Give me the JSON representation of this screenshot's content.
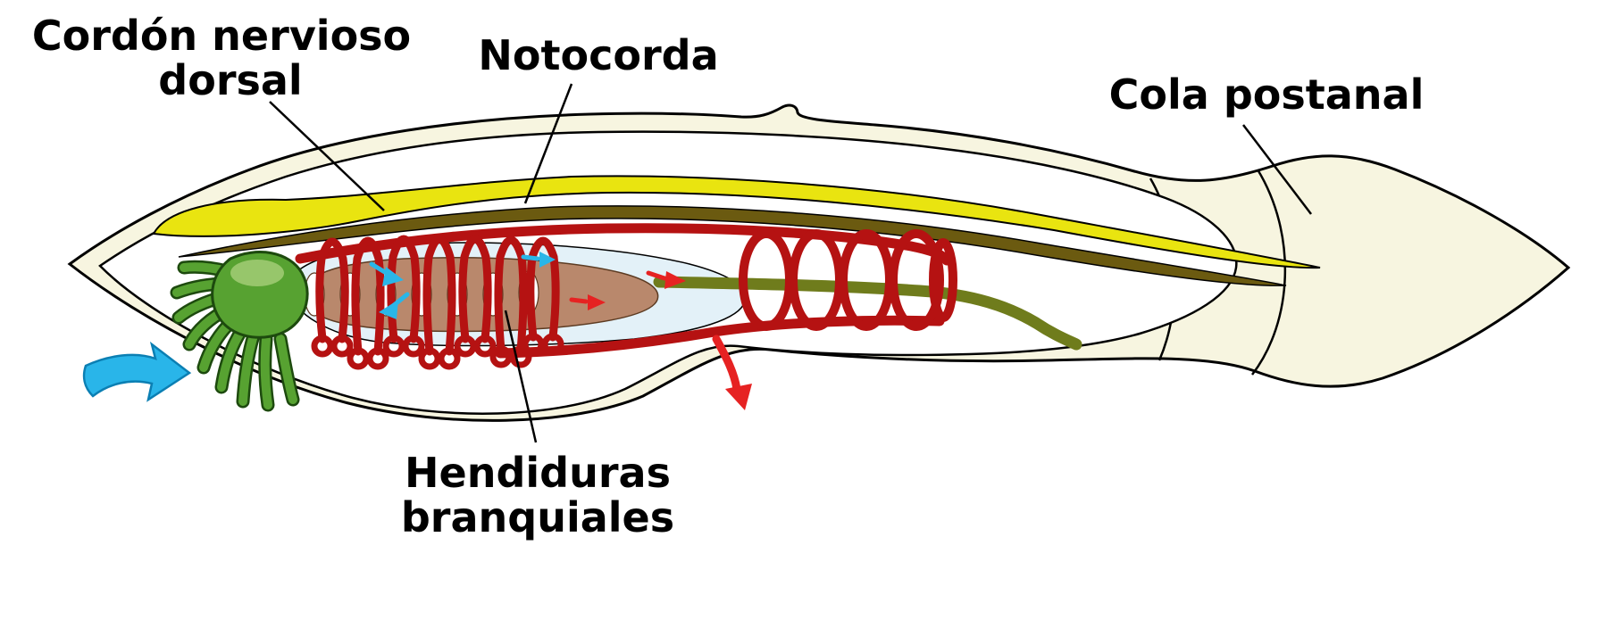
{
  "colors": {
    "line_black": "#000000",
    "body_fill": "#f7f5e0",
    "inner_white": "#ffffff",
    "nerve_cord_yellow": "#e9e410",
    "notochord_brown": "#6b5a10",
    "cavity_blue": "#e3f1f8",
    "pharynx_tan": "#b9886c",
    "pharynx_outline": "#5c3b22",
    "gill_slit_white": "#ffffff",
    "gut_olive": "#6f7c1c",
    "vessel_red": "#b51212",
    "flow_arrow_cyan": "#2ab6e8",
    "flow_arrow_red": "#e62222",
    "cirri_green": "#57a231",
    "cirri_dark": "#1d4a0e",
    "cirri_highlight": "#a8cf7a",
    "water_arrow_blue": "#29b5e9",
    "water_arrow_outline": "#0b7fb3",
    "label_color": "#000000"
  },
  "diagram": {
    "labels": {
      "dorsal_nerve_cord_line1": "Cordón nervioso",
      "dorsal_nerve_cord_line2": "dorsal",
      "notochord": "Notocorda",
      "postanal_tail": "Cola postanal",
      "gill_slits_line1": "Hendiduras",
      "gill_slits_line2": "branquiales"
    }
  }
}
